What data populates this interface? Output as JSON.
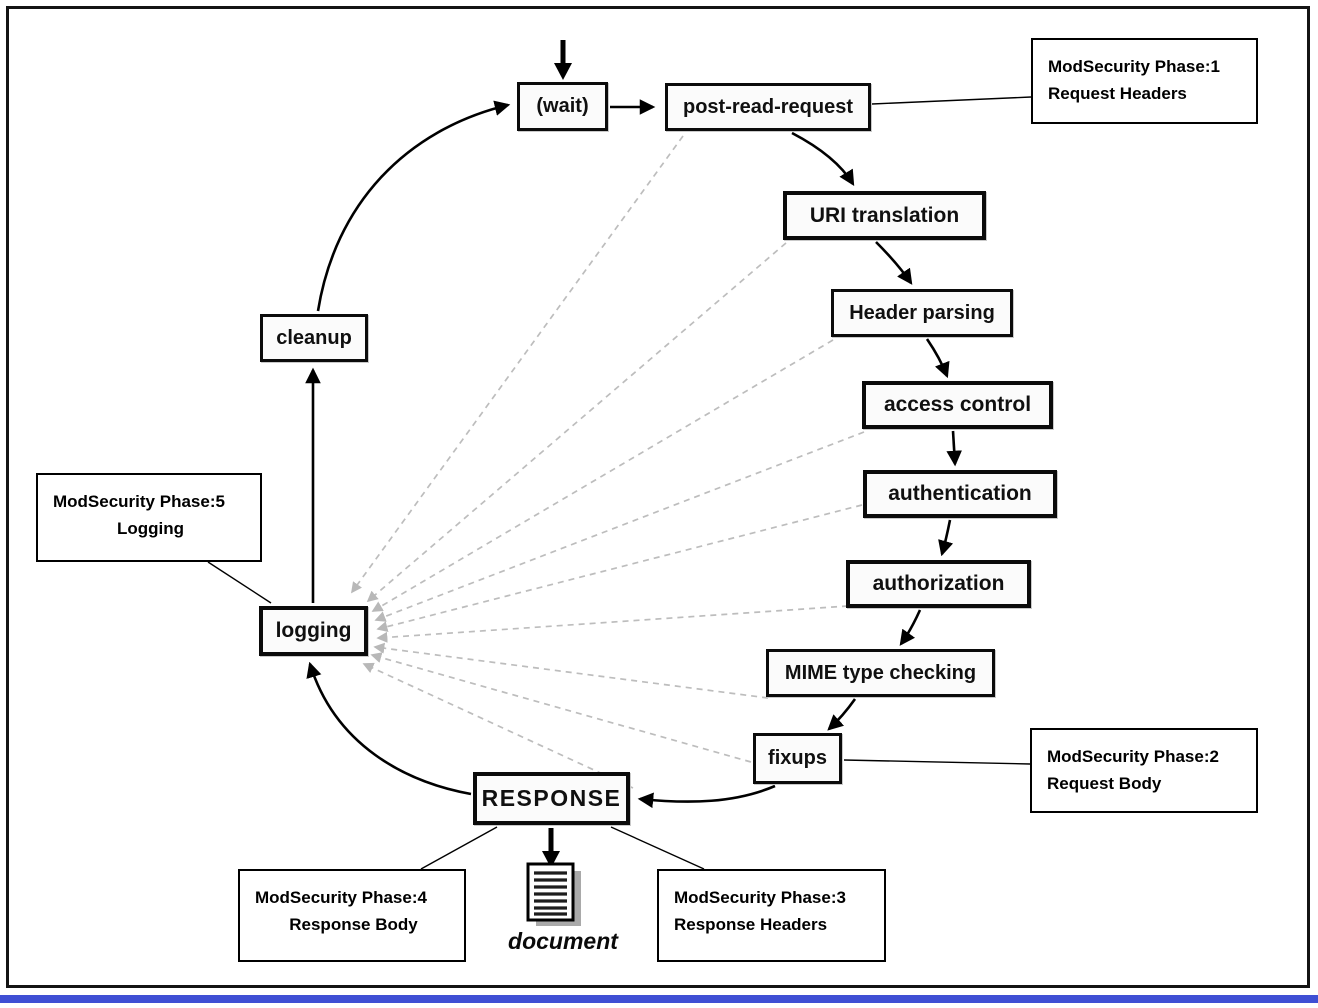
{
  "diagram": {
    "title_hint": "Apache request cycle with ModSecurity phases",
    "nodes": {
      "wait": {
        "label": "(wait)"
      },
      "post_read_request": {
        "label": "post-read-request"
      },
      "uri_translation": {
        "label": "URI translation"
      },
      "header_parsing": {
        "label": "Header parsing"
      },
      "access_control": {
        "label": "access control"
      },
      "authentication": {
        "label": "authentication"
      },
      "authorization": {
        "label": "authorization"
      },
      "mime_type_checking": {
        "label": "MIME type checking"
      },
      "fixups": {
        "label": "fixups"
      },
      "response": {
        "label": "RESPONSE"
      },
      "logging": {
        "label": "logging"
      },
      "cleanup": {
        "label": "cleanup"
      },
      "document": {
        "label": "document"
      }
    },
    "annotations": {
      "phase1": {
        "line1": "ModSecurity Phase:1",
        "line2": "Request Headers"
      },
      "phase2": {
        "line1": "ModSecurity Phase:2",
        "line2": "Request Body"
      },
      "phase3": {
        "line1": "ModSecurity Phase:3",
        "line2": "Response Headers"
      },
      "phase4": {
        "line1": "ModSecurity Phase:4",
        "line2": "Response Body"
      },
      "phase5": {
        "line1": "ModSecurity Phase:5",
        "line2": "Logging"
      }
    },
    "colors": {
      "box_border": "#0b0b0b",
      "dashed_arrow": "#bdbdbd",
      "solid_arrow": "#000000",
      "bottom_bar": "#3f4fd4"
    }
  }
}
